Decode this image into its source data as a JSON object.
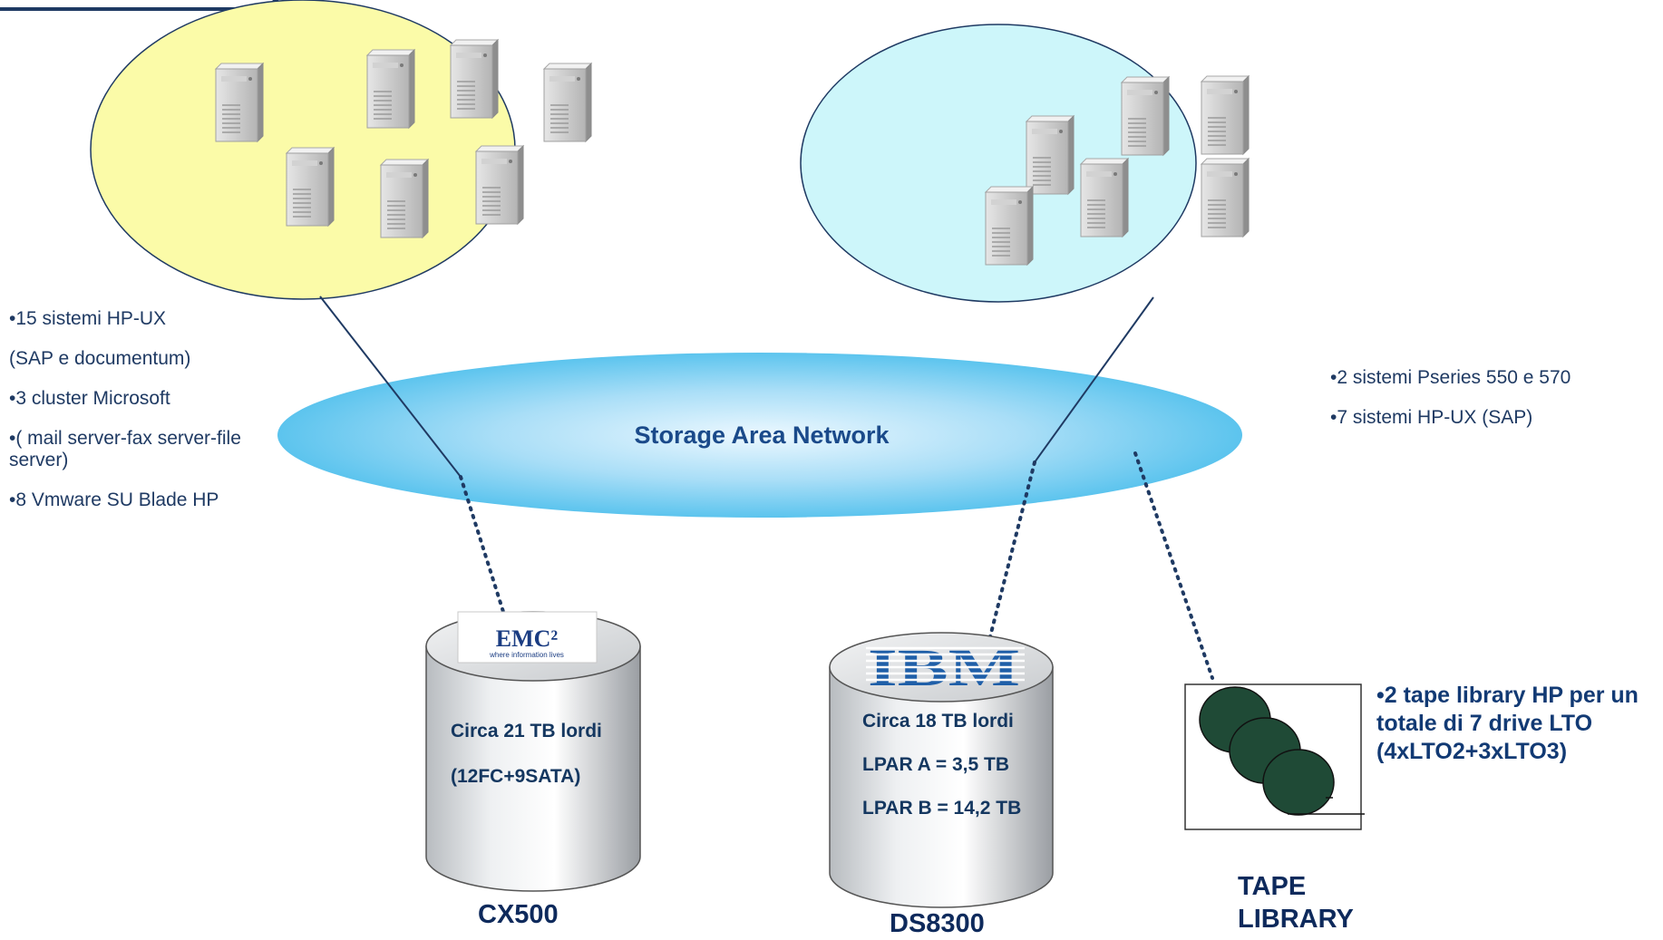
{
  "left_group": {
    "items": [
      "•15 sistemi HP-UX",
      "(SAP e documentum)",
      "•3 cluster Microsoft",
      "•( mail server-fax server-file server)",
      "•8 Vmware SU Blade HP"
    ]
  },
  "right_group": {
    "items": [
      "•2 sistemi Pseries 550 e 570",
      "•7 sistemi HP-UX (SAP)"
    ]
  },
  "san": {
    "label": "Storage Area Network"
  },
  "emc_storage": {
    "logo": "EMC²",
    "tagline": "where information lives",
    "lines": [
      "Circa 21 TB lordi",
      "(12FC+9SATA)"
    ],
    "caption": "CX500"
  },
  "ibm_storage": {
    "logo": "IBM",
    "lines": [
      "Circa 18 TB lordi",
      "LPAR A = 3,5 TB",
      "LPAR B = 14,2 TB"
    ],
    "caption": "DS8300"
  },
  "tape": {
    "caption_line1": "TAPE",
    "caption_line2": "LIBRARY",
    "info": "•2 tape library HP per un totale di 7 drive LTO (4xLTO2+3xLTO3)"
  },
  "colors": {
    "left_ellipse": "#fbfba8",
    "right_ellipse": "#cdf6fa",
    "san_center": "#ecf8ff",
    "san_edge": "#5cc4ee",
    "text": "#1f3a63",
    "tape_reel": "#1f4a36"
  },
  "icons": [
    "server-icon",
    "emc-logo",
    "ibm-logo",
    "tape-reel-icon",
    "storage-drum-icon"
  ]
}
